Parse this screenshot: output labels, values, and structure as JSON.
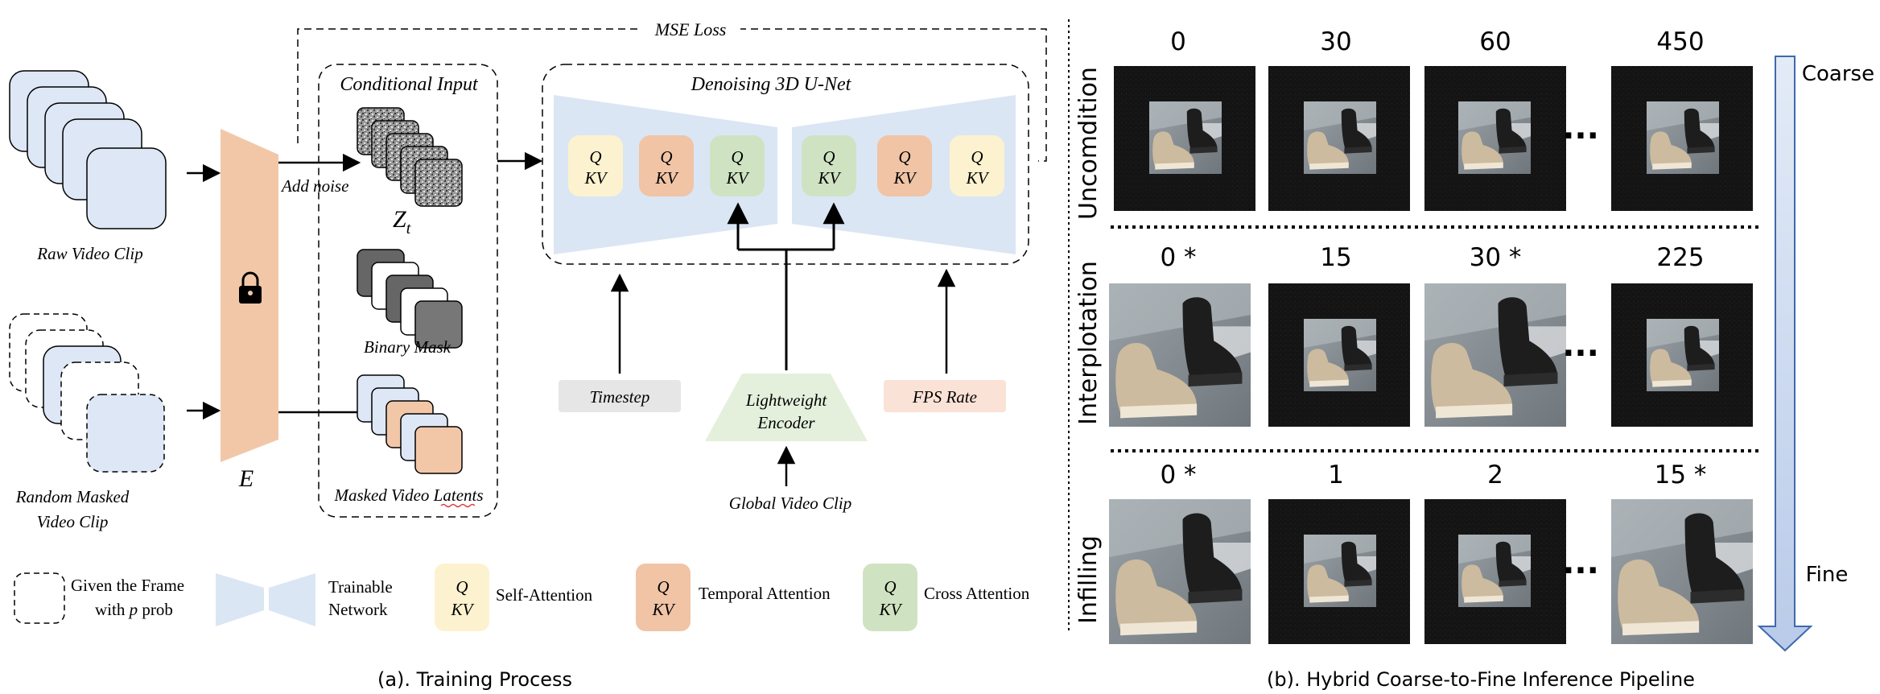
{
  "colors": {
    "clip_blue": "#dde7f5",
    "encoder_orange": "#f2c7a8",
    "self_attn_yellow": "#fdf2cf",
    "temporal_attn_orange": "#f0c4a5",
    "cross_attn_green": "#cfe3c2",
    "unet_blue": "#dbe6f4",
    "timestep_gray": "#e6e6e6",
    "fps_pink": "#fbe2d6",
    "lightweight_green": "#e4f0dc",
    "arrow_blue": "#c3d4ee"
  },
  "training": {
    "mse_loss": "MSE Loss",
    "raw_clip": "Raw Video Clip",
    "random_masked_clip_line1": "Random Masked",
    "random_masked_clip_line2": "Video Clip",
    "encoder_label": "E",
    "add_noise": "Add noise",
    "conditional_input": "Conditional Input",
    "zt_base": "Z",
    "zt_sub": "t",
    "binary_mask": "Binary Mask",
    "masked_latents": "Masked Video Latents",
    "unet_title": "Denoising 3D U-Net",
    "q": "Q",
    "kv": "KV",
    "timestep": "Timestep",
    "lightweight_line1": "Lightweight",
    "lightweight_line2": "Encoder",
    "fps_rate": "FPS Rate",
    "global_clip": "Global Video Clip"
  },
  "legend": {
    "given_line1": "Given the Frame",
    "given_line2_pre": "with ",
    "given_line2_var": "p",
    "given_line2_post": " prob",
    "trainable_line1": "Trainable",
    "trainable_line2": "Network",
    "self_attention": "Self-Attention",
    "temporal_attention": "Temporal Attention",
    "cross_attention": "Cross Attention"
  },
  "captions": {
    "training": "(a). Training Process",
    "inference": "(b). Hybrid Coarse-to-Fine Inference Pipeline"
  },
  "inference": {
    "coarse": "Coarse",
    "fine": "Fine",
    "ellipsis": "···",
    "rows": [
      {
        "label": "Uncomdition",
        "frames": [
          "0",
          "30",
          "60",
          "450"
        ]
      },
      {
        "label": "Interplotation",
        "frames": [
          "0 *",
          "15",
          "30 *",
          "225"
        ]
      },
      {
        "label": "Infilling",
        "frames": [
          "0 *",
          "1",
          "2",
          "15 *"
        ]
      }
    ]
  }
}
